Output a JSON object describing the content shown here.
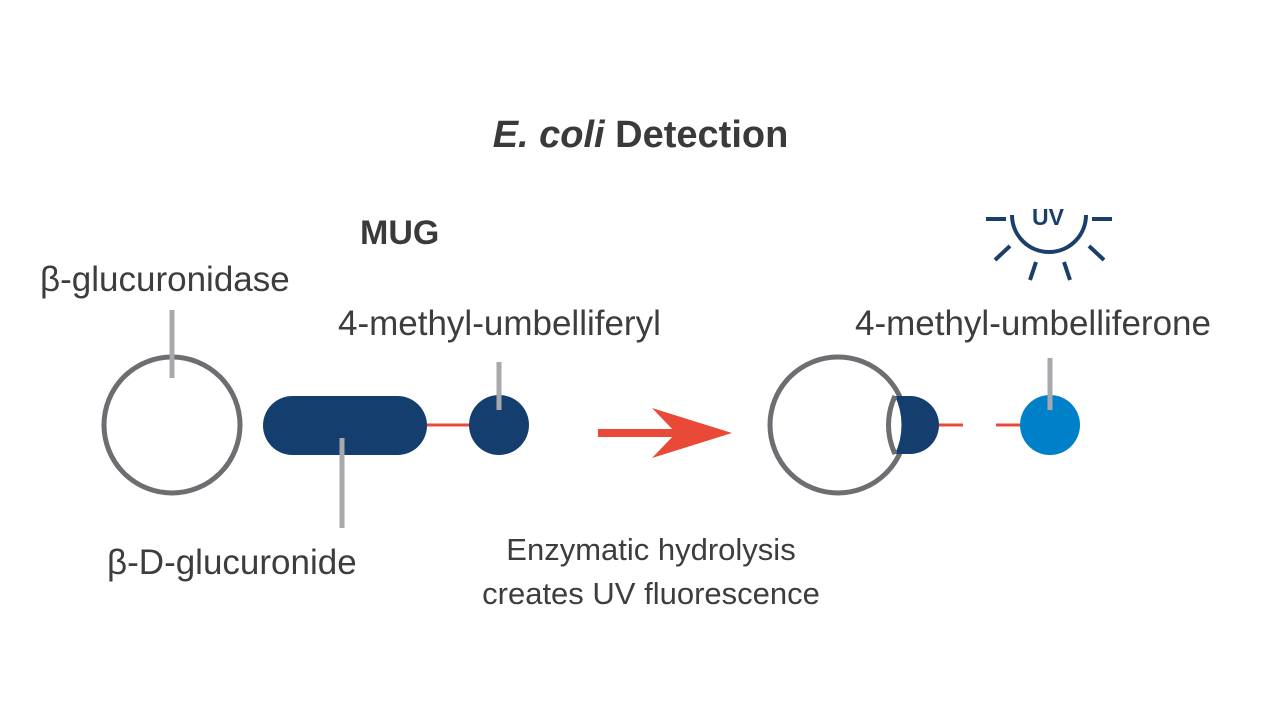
{
  "title": {
    "italic_part": "E. coli",
    "rest": "Detection"
  },
  "labels": {
    "mug": "MUG",
    "enzyme": "β-glucuronidase",
    "methyl_umbelliferyl": "4-methyl-umbelliferyl",
    "methyl_umbelliferone": "4-methyl-umbelliferone",
    "glucuronide": "β-D-glucuronide",
    "uv": "UV",
    "caption_line1": "Enzymatic hydrolysis",
    "caption_line2": "creates UV fluorescence"
  },
  "colors": {
    "text": "#3d3d3f",
    "outline_gray": "#6d6e71",
    "leader_gray": "#a7a9ac",
    "navy": "#143e6e",
    "bright_blue": "#0080c9",
    "red_arrow": "#e84a37",
    "uv_sun": "#1b3f6b"
  },
  "icons": {
    "uv_source": "sun-icon",
    "reaction": "right-arrow-icon"
  }
}
